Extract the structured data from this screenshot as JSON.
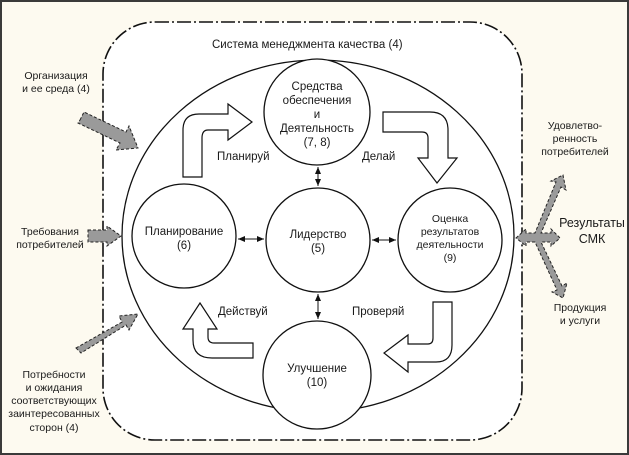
{
  "diagram": {
    "title": "Система менеджмента качества (4)",
    "colors": {
      "outer_background": "#fdfaf0",
      "frame": "#3a3a3a",
      "inner_background": "#ffffff",
      "arrow_fill": "#9a9a9a",
      "stroke": "#111111"
    },
    "inputs": [
      {
        "id": "org",
        "lines": [
          "Организация",
          "и ее среда (4)"
        ]
      },
      {
        "id": "req",
        "lines": [
          "Требования",
          "потребителей"
        ]
      },
      {
        "id": "needs",
        "lines": [
          "Потребности",
          "и ожидания",
          "соответствующих",
          "заинтересованных",
          "сторон (4)"
        ]
      }
    ],
    "outputs": {
      "results": {
        "lines": [
          "Результаты",
          "СМК"
        ]
      },
      "satisfaction": {
        "lines": [
          "Удовлетво-",
          "ренность",
          "потребителей"
        ]
      },
      "products": {
        "lines": [
          "Продукция",
          "и услуги"
        ]
      }
    },
    "nodes": [
      {
        "id": "support",
        "lines": [
          "Средства",
          "обеспечения",
          "и",
          "Деятельность",
          "(7, 8)"
        ]
      },
      {
        "id": "planning",
        "lines": [
          "Планирование",
          "(6)"
        ]
      },
      {
        "id": "leadership",
        "lines": [
          "Лидерство",
          "(5)"
        ]
      },
      {
        "id": "evaluation",
        "lines": [
          "Оценка",
          "результатов",
          "деятельности",
          "(9)"
        ]
      },
      {
        "id": "improvement",
        "lines": [
          "Улучшение",
          "(10)"
        ]
      }
    ],
    "cycle": {
      "plan": "Планируй",
      "do": "Делай",
      "check": "Проверяй",
      "act": "Действуй"
    }
  }
}
